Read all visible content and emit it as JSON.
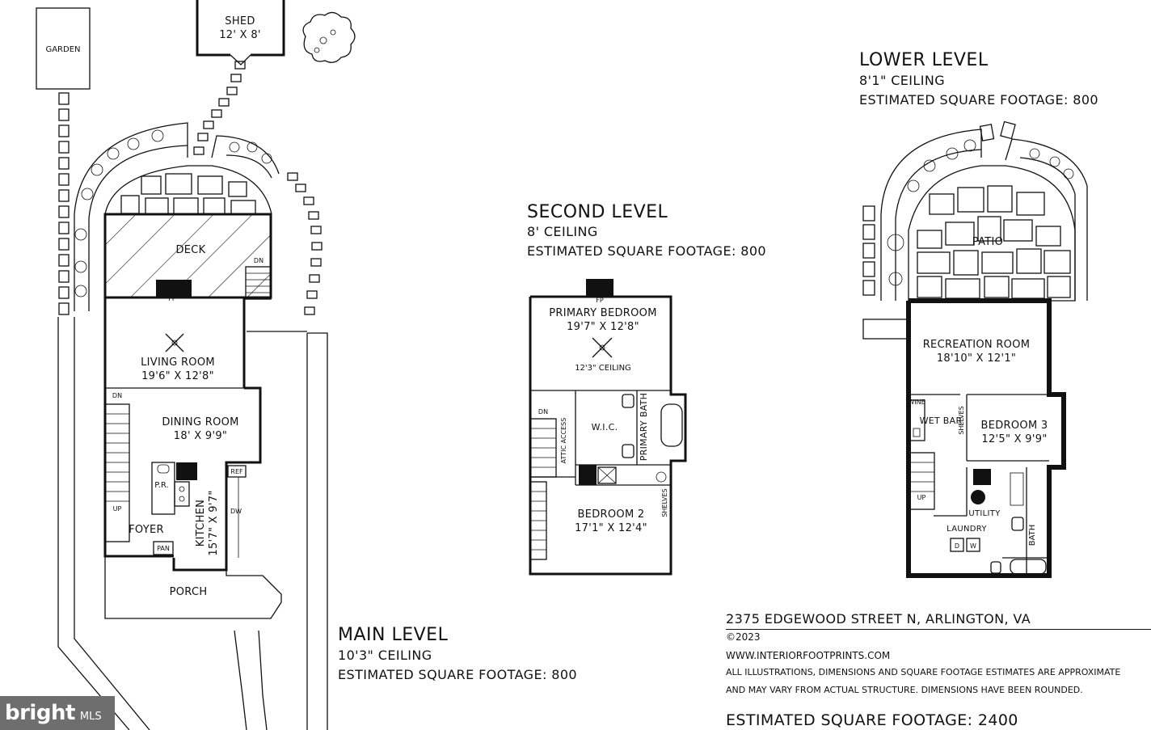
{
  "outdoor": {
    "garden": "GARDEN",
    "shed_name": "SHED",
    "shed_size": "12' X 8'"
  },
  "main_level": {
    "title": "MAIN LEVEL",
    "ceiling": "10'3\" CEILING",
    "sqft": "ESTIMATED SQUARE FOOTAGE: 800",
    "rooms": {
      "deck": "DECK",
      "fp": "FP",
      "dn_deck": "DN",
      "living_name": "LIVING ROOM",
      "living_size": "19'6\" X 12'8\"",
      "dn_stair": "DN",
      "dining_name": "DINING ROOM",
      "dining_size": "18' X 9'9\"",
      "pr": "P.R.",
      "ref": "REF",
      "dw": "DW",
      "kitchen_name": "KITCHEN",
      "kitchen_size": "15'7\" X 9'7\"",
      "up": "UP",
      "foyer": "FOYER",
      "pan": "PAN",
      "porch": "PORCH"
    }
  },
  "second_level": {
    "title": "SECOND LEVEL",
    "ceiling": "8' CEILING",
    "sqft": "ESTIMATED SQUARE FOOTAGE: 800",
    "rooms": {
      "fp": "FP",
      "primary_name": "PRIMARY BEDROOM",
      "primary_size": "19'7\" X 12'8\"",
      "primary_ceiling": "12'3\" CEILING",
      "dn": "DN",
      "wic": "W.I.C.",
      "attic": "ATTIC ACCESS",
      "primary_bath": "PRIMARY BATH",
      "shelves": "SHELVES",
      "bed2_name": "BEDROOM 2",
      "bed2_size": "17'1\" X 12'4\""
    }
  },
  "lower_level": {
    "title": "LOWER LEVEL",
    "ceiling": "8'1\" CEILING",
    "sqft": "ESTIMATED SQUARE FOOTAGE: 800",
    "rooms": {
      "patio": "PATIO",
      "rec_name": "RECREATION ROOM",
      "rec_size": "18'10\" X 12'1\"",
      "wine": "WINE",
      "wetbar": "WET BAR",
      "shelves": "SHELVES",
      "bed3_name": "BEDROOM 3",
      "bed3_size": "12'5\" X 9'9\"",
      "up": "UP",
      "utility": "UTILITY",
      "laundry": "LAUNDRY",
      "d": "D",
      "w": "W",
      "bath": "BATH"
    }
  },
  "footer": {
    "address": "2375 EDGEWOOD STREET N, ARLINGTON, VA",
    "copyright": "©2023",
    "website": "WWW.INTERIORFOOTPRINTS.COM",
    "disclaimer_1": "ALL ILLUSTRATIONS, DIMENSIONS AND SQUARE FOOTAGE ESTIMATES ARE APPROXIMATE",
    "disclaimer_2": "AND MAY VARY FROM ACTUAL STRUCTURE. DIMENSIONS HAVE BEEN ROUNDED.",
    "total_sqft": "ESTIMATED SQUARE FOOTAGE: 2400"
  },
  "watermark": {
    "brand": "bright",
    "suffix": "MLS"
  }
}
